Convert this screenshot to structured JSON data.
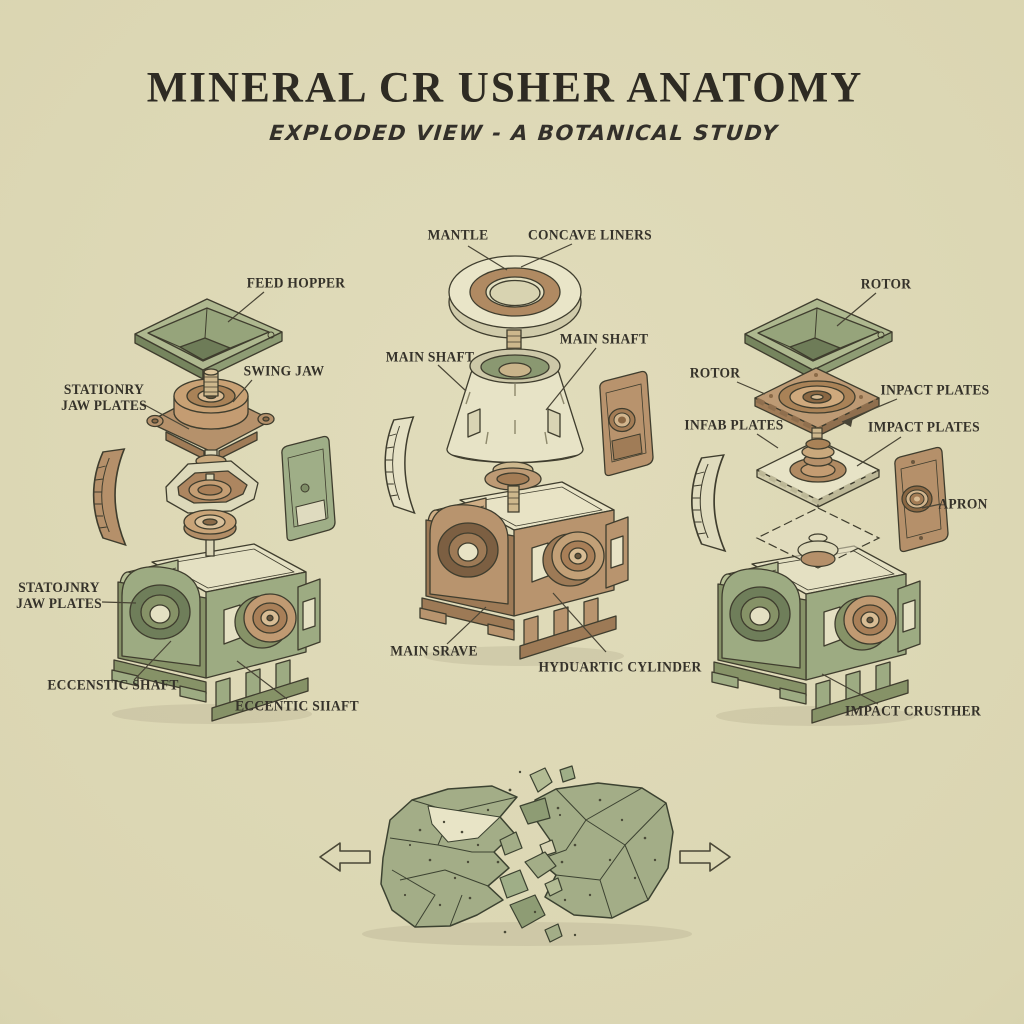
{
  "header": {
    "title": "MINERAL CR USHER ANATOMY",
    "subtitle": "EXPLODED VIEW - A BOTANICAL STUDY"
  },
  "diagrams": {
    "jaw_crusher": {
      "labels": {
        "feed_hopper": "FEED HOPPER",
        "swing_jaw": "SWING JAW",
        "stationary_upper_line1": "STATIONRY",
        "stationary_upper_line2": "JAW PLATES",
        "stationary_lower_line1": "STATOJNRY",
        "stationary_lower_line2": "JAW PLATES",
        "eccentric_shaft_left": "ECCENSTIC SHAFT",
        "eccentric_shaft_right": "ECCENTIC SIIAFT"
      }
    },
    "cone_crusher": {
      "labels": {
        "mantle": "MANTLE",
        "concave_liners": "CONCAVE LINERS",
        "main_shaft_left": "MAIN SHAFT",
        "main_shaft_right": "MAIN SHAFT",
        "main_frame": "MAIN SRAVE",
        "hydraulic_cylinder": "HYDUARTIC CYLINDER"
      }
    },
    "impact_crusher": {
      "labels": {
        "rotor_top": "ROTOR",
        "rotor_left": "ROTOR",
        "impact_plates_right_upper": "INPACT PLATES",
        "impact_plates_left": "INFAB PLATES",
        "impact_plates_right_lower": "IMPACT PLATES",
        "apron": "APRON",
        "caption": "IMPACT CRUSTHER"
      }
    }
  },
  "icons": {
    "left_arrow": "arrow-left",
    "right_arrow": "arrow-right"
  },
  "colors": {
    "background": "#dbd6b2",
    "machine_green": "#9dab82",
    "machine_brown": "#b8946e",
    "part_cream": "#e7e3c6",
    "part_tan": "#bd9a74",
    "outline": "#3f3d2e",
    "label_text": "#35322a"
  }
}
